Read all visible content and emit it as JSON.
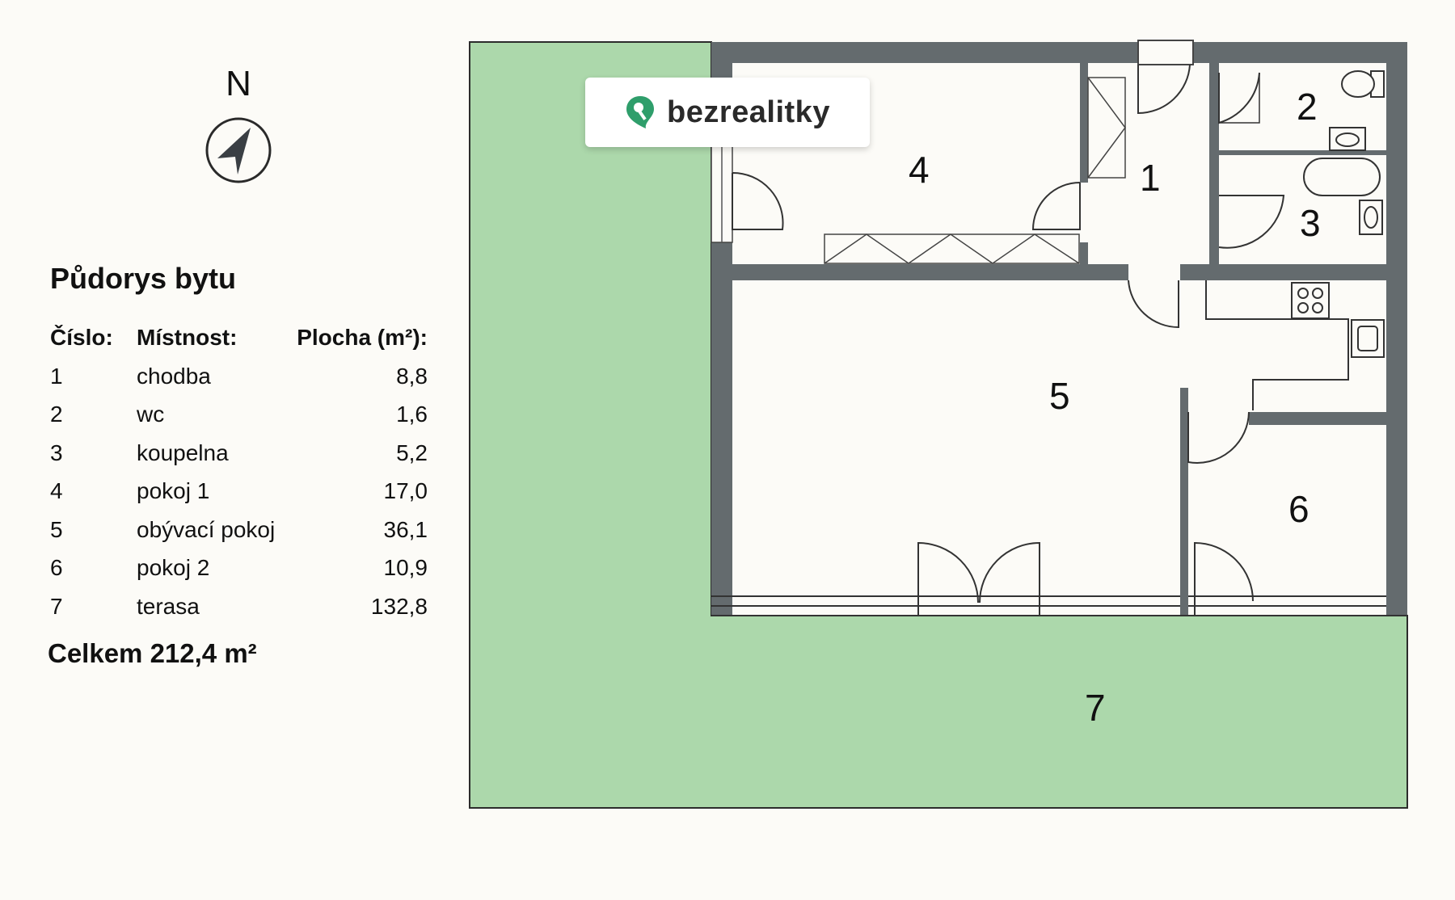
{
  "compass": {
    "label": "N",
    "icon": "north-arrow-icon"
  },
  "legend": {
    "title": "Půdorys bytu",
    "headers": {
      "number": "Číslo:",
      "room": "Místnost:",
      "area": "Plocha (m²):"
    },
    "rows": [
      {
        "number": "1",
        "room": "chodba",
        "area": "8,8"
      },
      {
        "number": "2",
        "room": "wc",
        "area": "1,6"
      },
      {
        "number": "3",
        "room": "koupelna",
        "area": "5,2"
      },
      {
        "number": "4",
        "room": "pokoj 1",
        "area": "17,0"
      },
      {
        "number": "5",
        "room": "obývací pokoj",
        "area": "36,1"
      },
      {
        "number": "6",
        "room": "pokoj 2",
        "area": "10,9"
      },
      {
        "number": "7",
        "room": "terasa",
        "area": "132,8"
      }
    ],
    "total": "Celkem 212,4 m²"
  },
  "logo": {
    "text": "bezrealitky",
    "icon": "map-pin-key-icon"
  },
  "plan_labels": {
    "r1": "1",
    "r2": "2",
    "r3": "3",
    "r4": "4",
    "r5": "5",
    "r6": "6",
    "r7": "7"
  },
  "colors": {
    "wall": "#646b6e",
    "terrace": "#acd8ab",
    "background": "#fcfbf7",
    "brand": "#2f9e6b"
  }
}
